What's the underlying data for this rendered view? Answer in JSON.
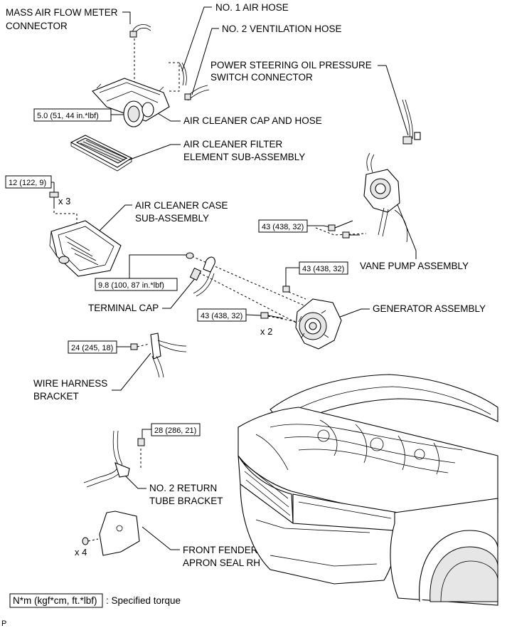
{
  "labels": {
    "mass_air_flow_line1": "MASS AIR FLOW METER",
    "mass_air_flow_line2": "CONNECTOR",
    "no1_air_hose": "NO. 1 AIR HOSE",
    "no2_vent_hose": "NO. 2 VENTILATION HOSE",
    "ps_switch_line1": "POWER STEERING OIL PRESSURE",
    "ps_switch_line2": "SWITCH CONNECTOR",
    "air_cleaner_cap": "AIR CLEANER CAP AND HOSE",
    "filter_line1": "AIR CLEANER FILTER",
    "filter_line2": "ELEMENT SUB-ASSEMBLY",
    "case_line1": "AIR CLEANER CASE",
    "case_line2": "SUB-ASSEMBLY",
    "vane_pump": "VANE PUMP ASSEMBLY",
    "terminal_cap": "TERMINAL CAP",
    "generator": "GENERATOR ASSEMBLY",
    "wire_harness_line1": "WIRE HARNESS",
    "wire_harness_line2": "BRACKET",
    "return_tube_line1": "NO. 2 RETURN",
    "return_tube_line2": "TUBE BRACKET",
    "apron_line1": "FRONT FENDER",
    "apron_line2": "APRON SEAL RH"
  },
  "torques": {
    "cap_hose": "5.0 (51, 44 in.*lbf)",
    "case_bolt": "12 (122, 9)",
    "vane_pump": "43 (438, 32)",
    "terminal_nut": "9.8 (100, 87 in.*lbf)",
    "generator_upper": "43 (438, 32)",
    "generator_lower": "43 (438, 32)",
    "wire_harness": "24 (245, 18)",
    "return_tube": "28 (286, 21)"
  },
  "multipliers": {
    "case_bolts": "x 3",
    "generator_bolts": "x 2",
    "apron_clips": "x 4"
  },
  "legend": {
    "unit": "N*m (kgf*cm, ft.*lbf)",
    "text": ": Specified torque"
  },
  "corner_mark": "P"
}
